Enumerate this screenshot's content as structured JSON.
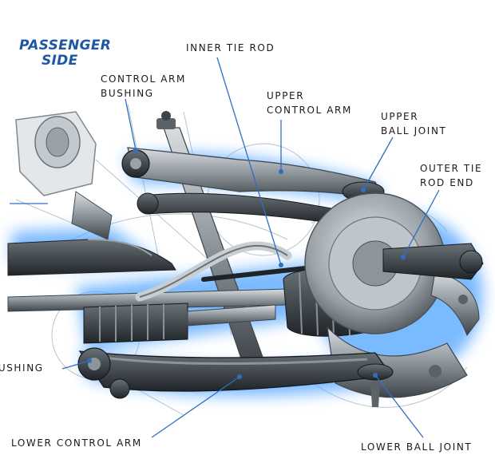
{
  "title": {
    "line1": "PASSENGER",
    "line2": "SIDE"
  },
  "labels": {
    "inner_tie_rod": "INNER TIE ROD",
    "control_arm_bushing": [
      "CONTROL ARM",
      "BUSHING"
    ],
    "upper_control_arm": [
      "UPPER",
      "CONTROL ARM"
    ],
    "upper_ball_joint": [
      "UPPER",
      "BALL JOINT"
    ],
    "outer_tie_rod_end": [
      "OUTER TIE",
      "ROD END"
    ],
    "bushing": "BUSHING",
    "lower_control_arm": "LOWER CONTROL ARM",
    "lower_ball_joint": "LOWER BALL JOINT"
  },
  "colors": {
    "title": "#1f57a8",
    "label_text": "#1a1a1a",
    "leader_line": "#2f6fc2",
    "glow": "#5aa9ff",
    "metal_dark": "#2e3338",
    "metal_mid": "#6b7379",
    "metal_light": "#c9ced2",
    "sketch_line": "#b9c3cc"
  },
  "icons": {
    "illustration": "front-suspension-cutaway"
  }
}
